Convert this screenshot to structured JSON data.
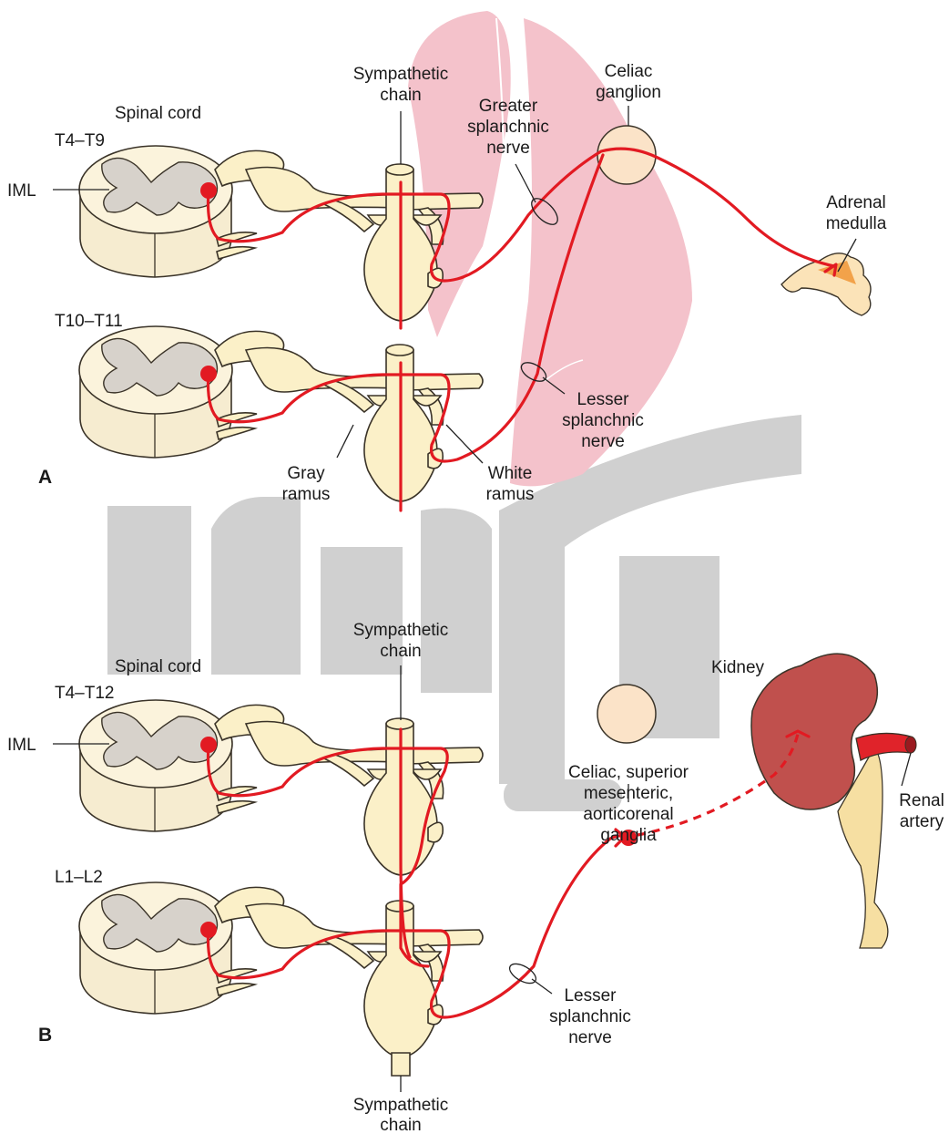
{
  "panel_a": {
    "letter": "A",
    "spinal_cord": "Spinal cord",
    "segment_upper": "T4–T9",
    "segment_lower": "T10–T11",
    "iml": "IML",
    "sympathetic_chain": [
      "Sympathetic",
      "chain"
    ],
    "greater_splanchnic": [
      "Greater",
      "splanchnic",
      "nerve"
    ],
    "celiac_ganglion": [
      "Celiac",
      "ganglion"
    ],
    "adrenal_medulla": [
      "Adrenal",
      "medulla"
    ],
    "lesser_splanchnic": [
      "Lesser",
      "splanchnic",
      "nerve"
    ],
    "gray_ramus": [
      "Gray",
      "ramus"
    ],
    "white_ramus": [
      "White",
      "ramus"
    ]
  },
  "panel_b": {
    "letter": "B",
    "spinal_cord": "Spinal cord",
    "segment_upper": "T4–T12",
    "segment_lower": "L1–L2",
    "iml": "IML",
    "sympathetic_chain_top": [
      "Sympathetic",
      "chain"
    ],
    "sympathetic_chain_bottom": [
      "Sympathetic",
      "chain"
    ],
    "kidney": "Kidney",
    "ganglia": [
      "Celiac, superior",
      "mesenteric,",
      "aorticorenal",
      "ganglia"
    ],
    "renal_artery": [
      "Renal",
      "artery"
    ],
    "lesser_splanchnic": [
      "Lesser",
      "splanchnic",
      "nerve"
    ]
  },
  "colors": {
    "nerve_path": "#e21a22",
    "cord": "#f6ecd0",
    "gray_matter": "#d7d2cb",
    "diaphragm": "#f4c2cb",
    "kidney": "#c0504d"
  }
}
